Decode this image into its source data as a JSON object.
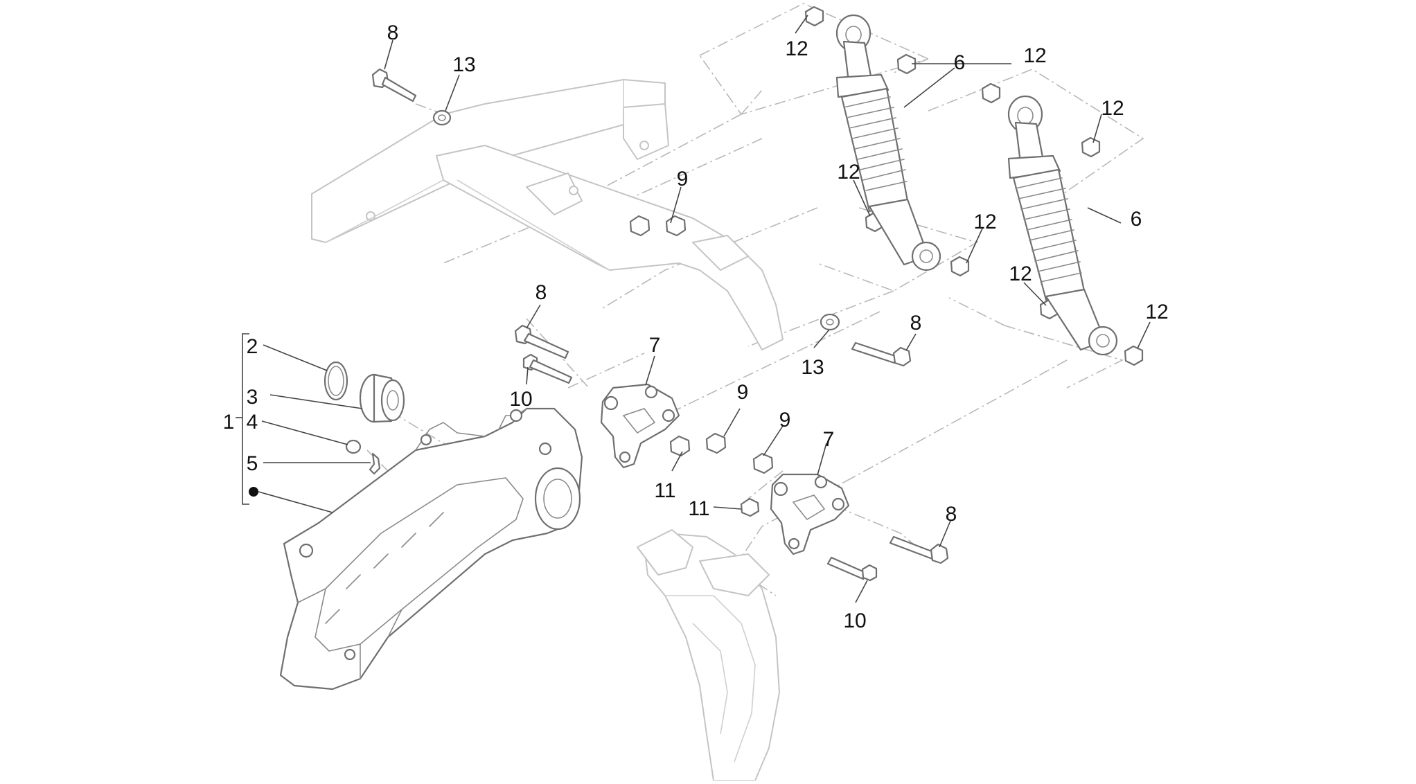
{
  "diagram": {
    "callouts": [
      {
        "id": "c8a",
        "text": "8"
      },
      {
        "id": "c13a",
        "text": "13"
      },
      {
        "id": "c12a",
        "text": "12"
      },
      {
        "id": "c6a",
        "text": "6"
      },
      {
        "id": "c12b",
        "text": "12"
      },
      {
        "id": "c12c",
        "text": "12"
      },
      {
        "id": "c9a",
        "text": "9"
      },
      {
        "id": "c12d",
        "text": "12"
      },
      {
        "id": "c12e",
        "text": "12"
      },
      {
        "id": "c6b",
        "text": "6"
      },
      {
        "id": "c12f",
        "text": "12"
      },
      {
        "id": "c12g",
        "text": "12"
      },
      {
        "id": "c8b",
        "text": "8"
      },
      {
        "id": "c8c",
        "text": "8"
      },
      {
        "id": "c13b",
        "text": "13"
      },
      {
        "id": "c2",
        "text": "2"
      },
      {
        "id": "c7a",
        "text": "7"
      },
      {
        "id": "c3",
        "text": "3"
      },
      {
        "id": "c10a",
        "text": "10"
      },
      {
        "id": "c9b",
        "text": "9"
      },
      {
        "id": "c1",
        "text": "1"
      },
      {
        "id": "c4",
        "text": "4"
      },
      {
        "id": "c9c",
        "text": "9"
      },
      {
        "id": "c7b",
        "text": "7"
      },
      {
        "id": "c5",
        "text": "5"
      },
      {
        "id": "c11a",
        "text": "11"
      },
      {
        "id": "c11b",
        "text": "11"
      },
      {
        "id": "c8d",
        "text": "8"
      },
      {
        "id": "c10b",
        "text": "10"
      }
    ]
  }
}
